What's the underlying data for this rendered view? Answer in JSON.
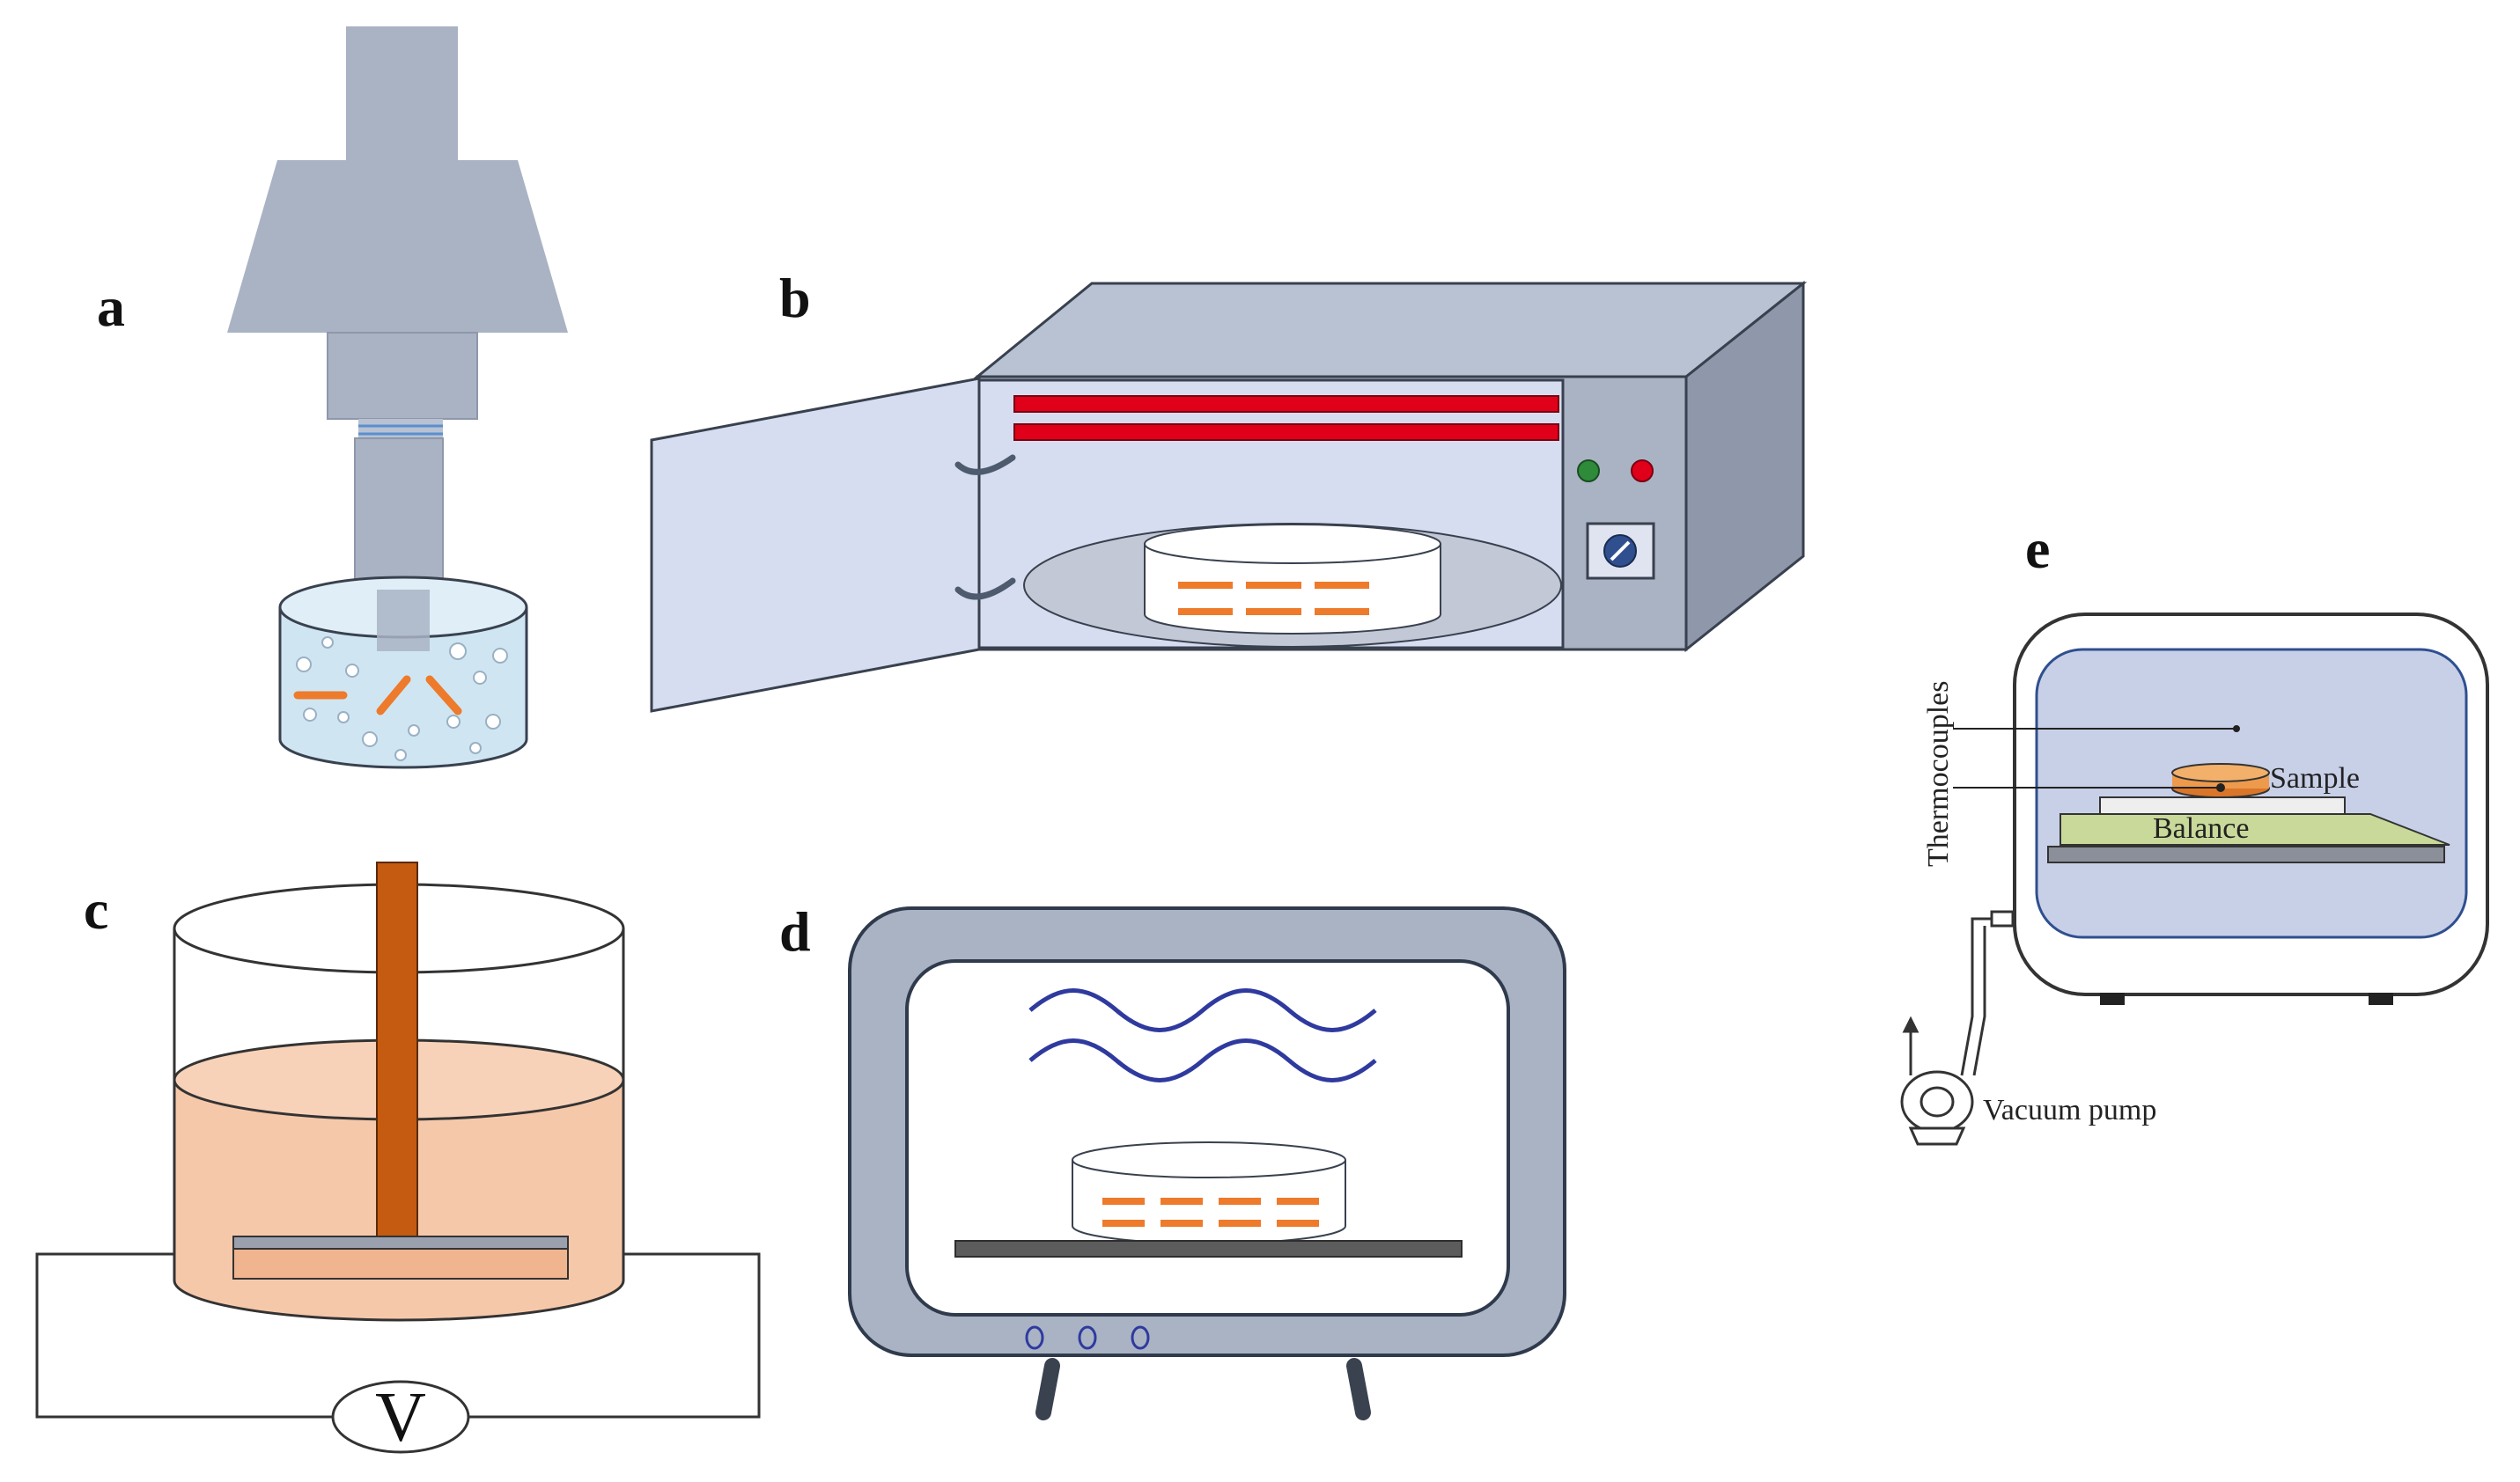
{
  "panels": {
    "a": {
      "letter": "a"
    },
    "b": {
      "letter": "b"
    },
    "c": {
      "letter": "c",
      "meter_label": "V"
    },
    "d": {
      "letter": "d"
    },
    "e": {
      "letter": "e",
      "thermocouples_label": "Thermocouples",
      "sample_label": "Sample",
      "balance_label": "Balance",
      "pump_label": "Vacuum pump"
    }
  },
  "colors": {
    "equipment_gray": "#a9b3c4",
    "chamber_blue": "#c8d0e8",
    "heater_red": "#e0001a",
    "sample_orange": "#ee7a2c",
    "electrolyte": "#f6c8aa",
    "electrode": "#c55a11",
    "balance_green": "#c9d99a"
  }
}
